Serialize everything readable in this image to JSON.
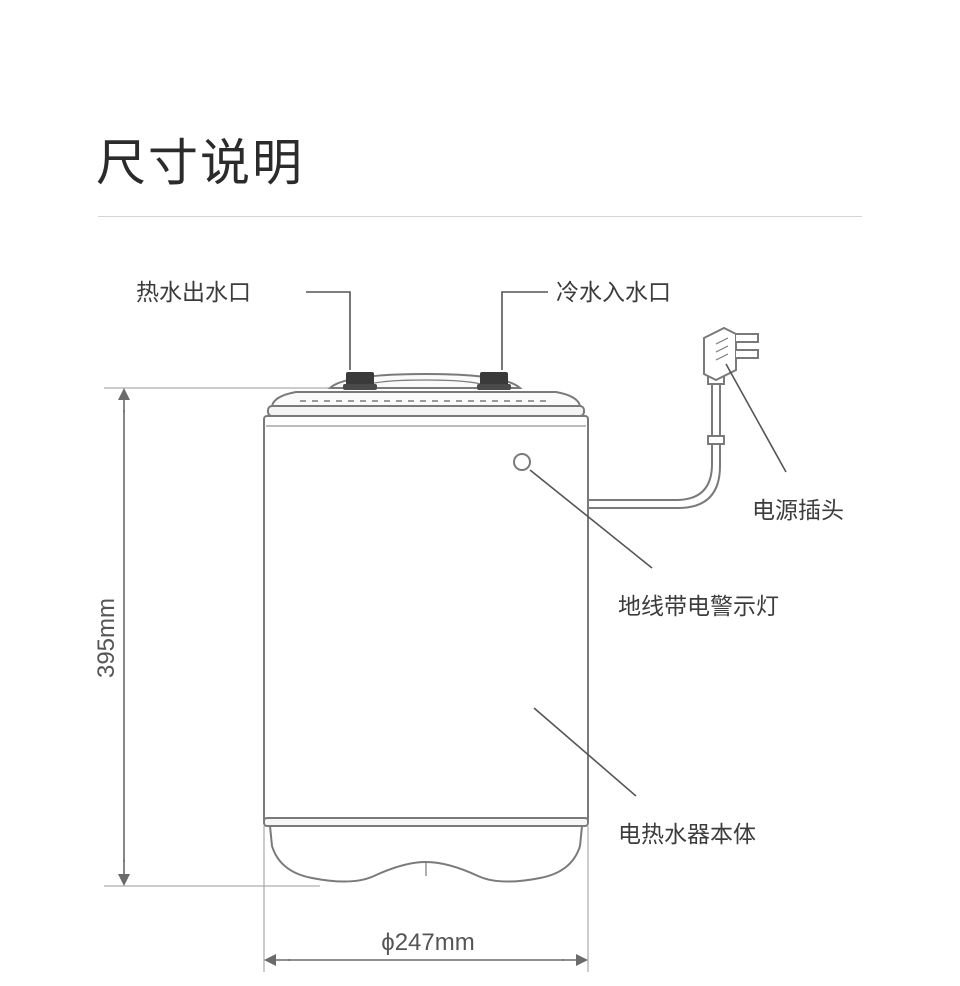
{
  "page": {
    "title": "尺寸说明"
  },
  "labels": {
    "hot_outlet": "热水出水口",
    "cold_inlet": "冷水入水口",
    "power_plug": "电源插头",
    "ground_indicator": "地线带电警示灯",
    "heater_body": "电热水器本体"
  },
  "dimensions": {
    "height": "395mm",
    "diameter": "ϕ247mm"
  },
  "colors": {
    "outline": "#7a7a7a",
    "text": "#3c3c3c",
    "divider": "#d4d4d4"
  }
}
